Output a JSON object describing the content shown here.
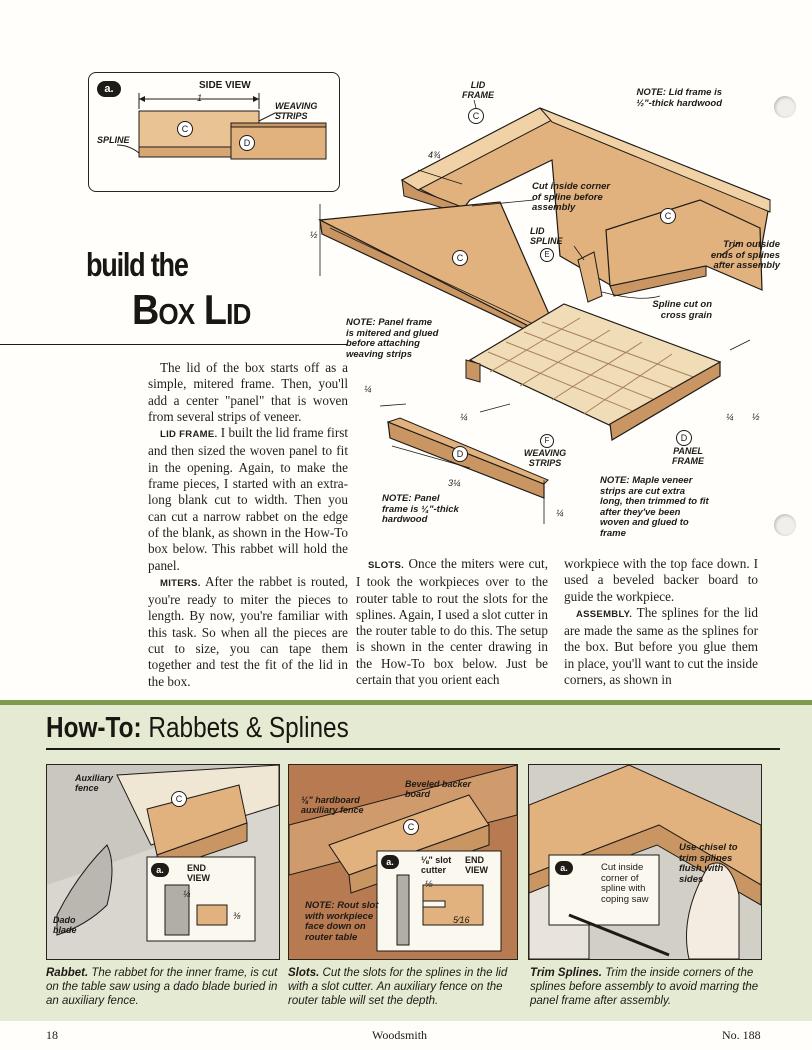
{
  "headline": {
    "line1": "build the",
    "line2": "Box Lid"
  },
  "detail_a": {
    "badge": "a.",
    "title": "SIDE VIEW",
    "dim_width": "1",
    "weaving_strips": "WEAVING STRIPS",
    "spline": "SPLINE",
    "marker_c": "C",
    "marker_d": "D"
  },
  "main_drawing": {
    "lid_frame": "LID FRAME",
    "marker_c": "C",
    "marker_d": "D",
    "marker_e": "E",
    "marker_f": "F",
    "note_lid_frame": "NOTE: Lid frame is ½\"-thick hardwood",
    "dim_4_34": "4¾",
    "cut_inside": "Cut inside corner of spline before assembly",
    "lid_spline": "LID SPLINE",
    "trim_outside": "Trim outside ends of splines after assembly",
    "dim_half": "½",
    "spline_cut": "Spline cut on cross grain",
    "note_panel_mitered": "NOTE: Panel frame is mitered and glued before attaching weaving strips",
    "dim_quarter_a": "¼",
    "dim_quarter_b": "¼",
    "dim_quarter_c": "¼",
    "dim_half_b": "½",
    "dim_3_14": "3¼",
    "weaving_strips": "WEAVING STRIPS",
    "panel_frame": "PANEL FRAME",
    "note_panel_thick": "NOTE: Panel frame is ¼\"-thick hardwood",
    "dim_quarter_d": "¼",
    "note_maple": "NOTE: Maple veneer strips are cut extra long, then trimmed to fit after they've been woven and glued to frame"
  },
  "article": {
    "col1_p1": "The lid of the box starts off as a simple, mitered frame. Then, you'll add a center \"panel\" that is woven from several strips of veneer.",
    "lid_frame_head": "LID FRAME.",
    "col1_p2": " I built the lid frame first and then sized the woven panel to fit in the opening. Again, to make the frame pieces, I started with an extra-long blank cut to width. Then you can cut a narrow rabbet on the edge of the blank, as shown in the How-To box below. This rabbet will hold the panel.",
    "miters_head": "MITERS.",
    "col1_p3": " After the rabbet is routed, you're ready to miter the pieces to length. By now, you're familiar with this task. So when all the pieces are cut to size, you can tape them together and test the fit of the lid in the box.",
    "slots_head": "SLOTS.",
    "col2_p1": " Once the miters were cut, I took the workpieces over to the router table to rout the slots for the splines. Again, I used a slot cutter in the router table to do this. The setup is shown in the center drawing in the How-To box below. Just be certain that you orient each",
    "col3_p1": "workpiece with the top face down. I used a beveled backer board to guide the workpiece.",
    "assembly_head": "ASSEMBLY.",
    "col3_p2": " The splines for the lid are made the same as the splines for the box. But before you glue them in place, you'll want to cut the inside corners, as shown in"
  },
  "howto": {
    "label_bold": "How-To:",
    "label_rest": "Rabbets & Splines",
    "panel1": {
      "aux_fence": "Auxiliary fence",
      "dado_blade": "Dado blade",
      "marker_c": "C",
      "badge": "a.",
      "end_view": "END VIEW",
      "dim_quarter": "¼",
      "dim_three_eighths": "⅜",
      "cap_bold": "Rabbet.",
      "cap_text": " The rabbet for the inner frame, is cut on the table saw using a dado blade buried in an auxiliary fence."
    },
    "panel2": {
      "beveled": "Beveled backer board",
      "hardboard": "⅛\" hardboard auxiliary fence",
      "marker_c": "C",
      "badge": "a.",
      "slot_cutter": "⅛\" slot cutter",
      "end_view": "END VIEW",
      "dim_eighth": "⅛",
      "dim_5_16": "5⁄16",
      "note_rout": "NOTE: Rout slot with workpiece face down on router table",
      "cap_bold": "Slots.",
      "cap_text": " Cut the slots for the splines in the lid with a slot cutter. An auxiliary fence on the router table will set the depth."
    },
    "panel3": {
      "badge": "a.",
      "cut_inside": "Cut inside corner of spline with coping saw",
      "use_chisel": "Use chisel to trim splines flush with sides",
      "cap_bold": "Trim Splines.",
      "cap_text": " Trim the inside corners of the splines before assembly to avoid marring the panel frame after assembly."
    }
  },
  "footer": {
    "page": "18",
    "magazine": "Woodsmith",
    "issue": "No. 188"
  },
  "colors": {
    "wood": "#e2b27e",
    "wood_dark": "#c99663",
    "wood_light": "#f1d2a6",
    "howto_bg": "#e4ebd2",
    "rule_green": "#7e9a4e",
    "ink": "#1e1a16"
  }
}
